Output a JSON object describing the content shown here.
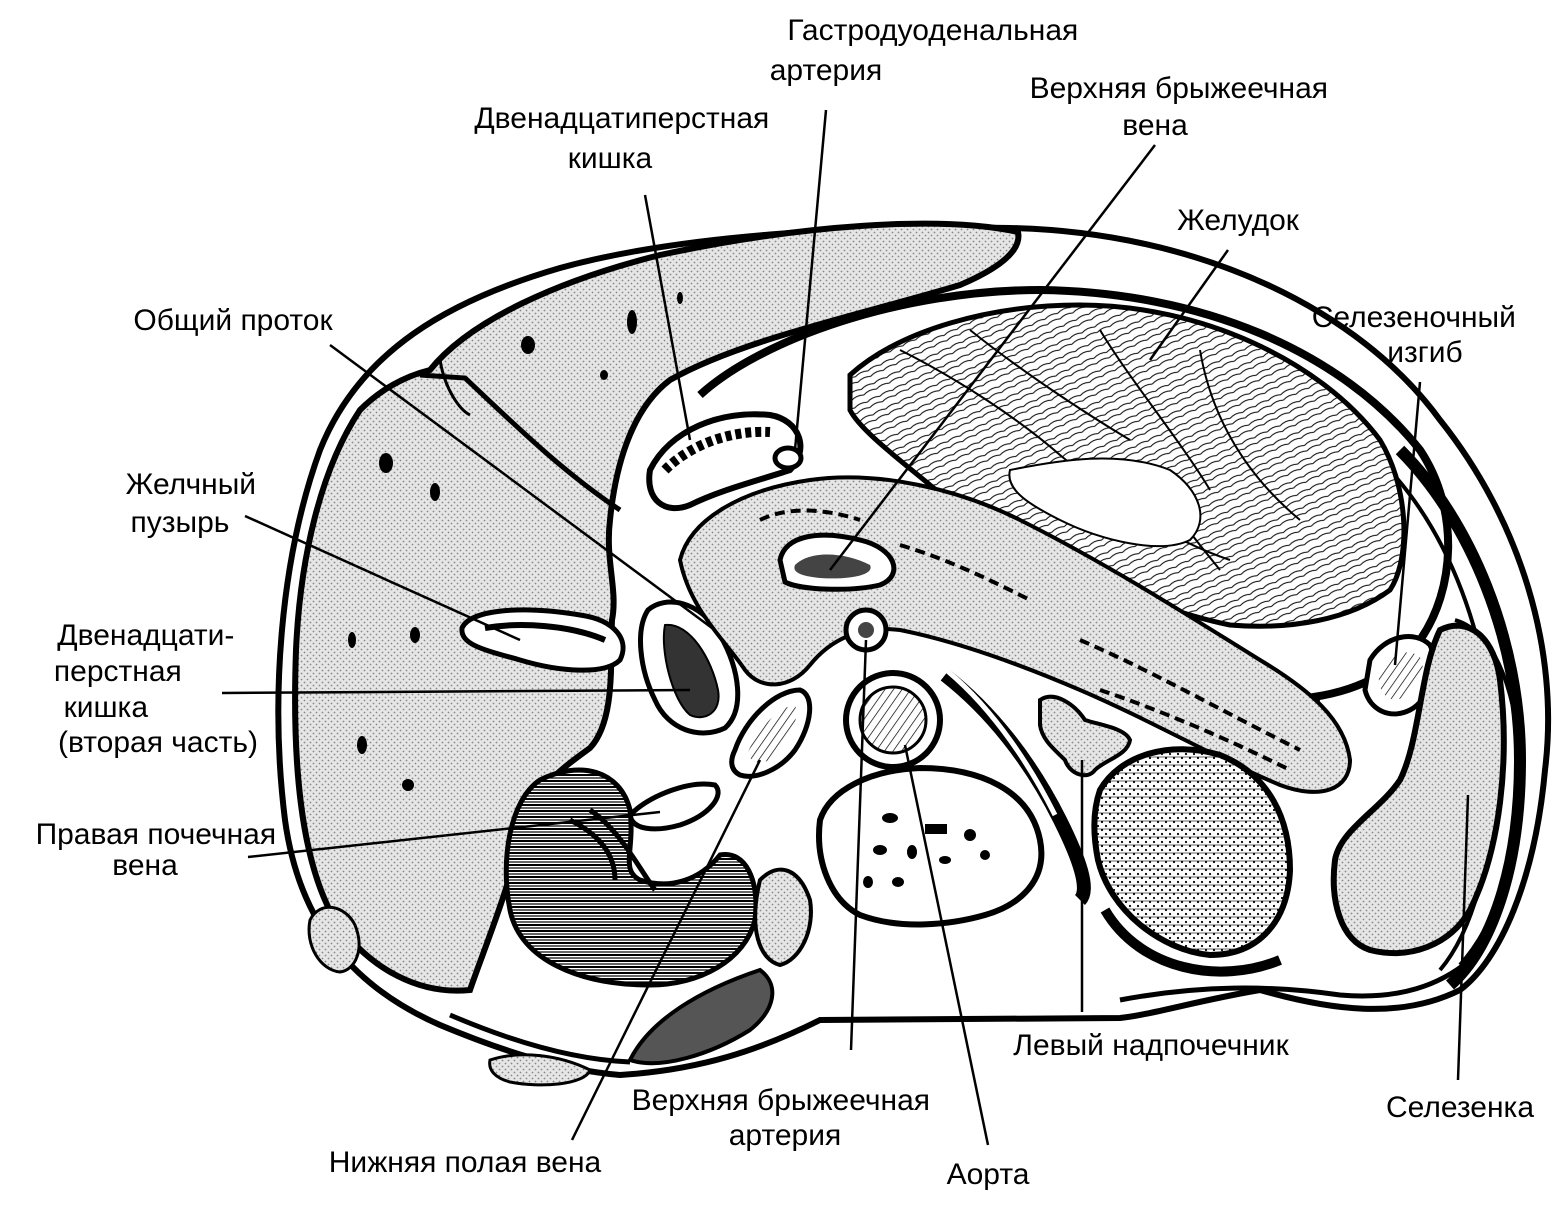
{
  "figure": {
    "colors": {
      "ink": "#000000",
      "paper": "#ffffff",
      "tissue": "#e2e2e2",
      "dark": "#555555"
    },
    "labels": {
      "gastroduodenal_artery": [
        "Гастродуоденальная",
        "артерия"
      ],
      "duodenum": [
        "Двенадцатиперстная",
        "кишка"
      ],
      "superior_mesenteric_vein": [
        "Верхняя брыжеечная",
        "вена"
      ],
      "stomach": [
        "Желудок"
      ],
      "common_duct": [
        "Общий проток"
      ],
      "splenic_flexure": [
        "Селезеночный",
        "изгиб"
      ],
      "gallbladder": [
        "Желчный",
        "пузырь"
      ],
      "duodenum_second_part": [
        "Двенадцати-",
        "перстная",
        "кишка",
        "(вторая часть)"
      ],
      "right_renal_vein": [
        "Правая почечная",
        "вена"
      ],
      "left_adrenal": [
        "Левый надпочечник"
      ],
      "spleen": [
        "Селезенка"
      ],
      "superior_mesenteric_artery": [
        "Верхняя брыжеечная",
        "артерия"
      ],
      "inferior_vena_cava": [
        "Нижняя полая вена"
      ],
      "aorta": [
        "Аорта"
      ]
    }
  }
}
